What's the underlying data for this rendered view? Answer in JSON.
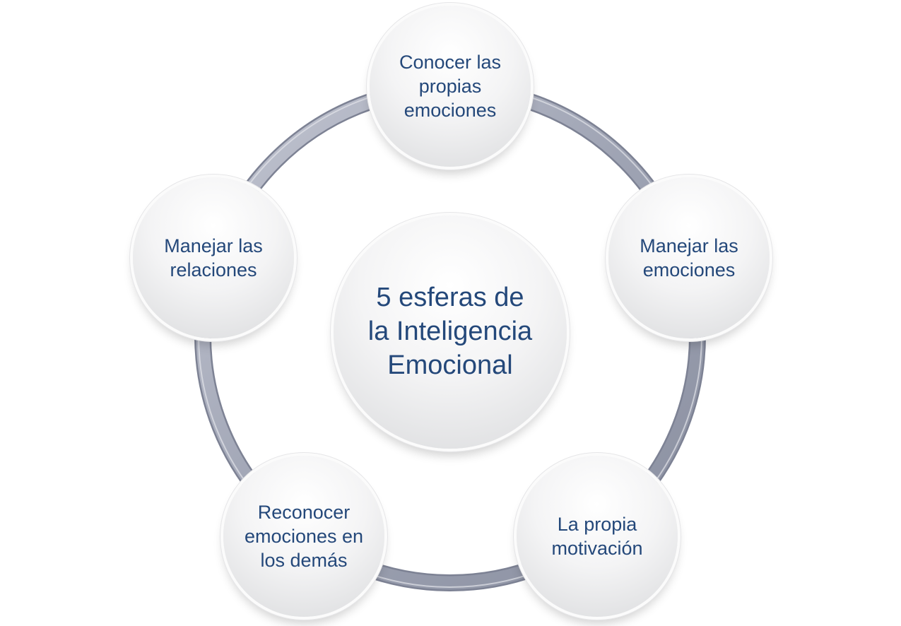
{
  "diagram": {
    "center_label": "5 esferas de la Inteligencia Emocional",
    "nodes": [
      {
        "label": "Conocer las propias emociones"
      },
      {
        "label": "Manejar las emociones"
      },
      {
        "label": "La propia motivación"
      },
      {
        "label": "Reconocer emociones en los demás"
      },
      {
        "label": "Manejar las relaciones"
      }
    ],
    "colors": {
      "text": "#24487a",
      "ring": "#9fa4b4"
    }
  }
}
